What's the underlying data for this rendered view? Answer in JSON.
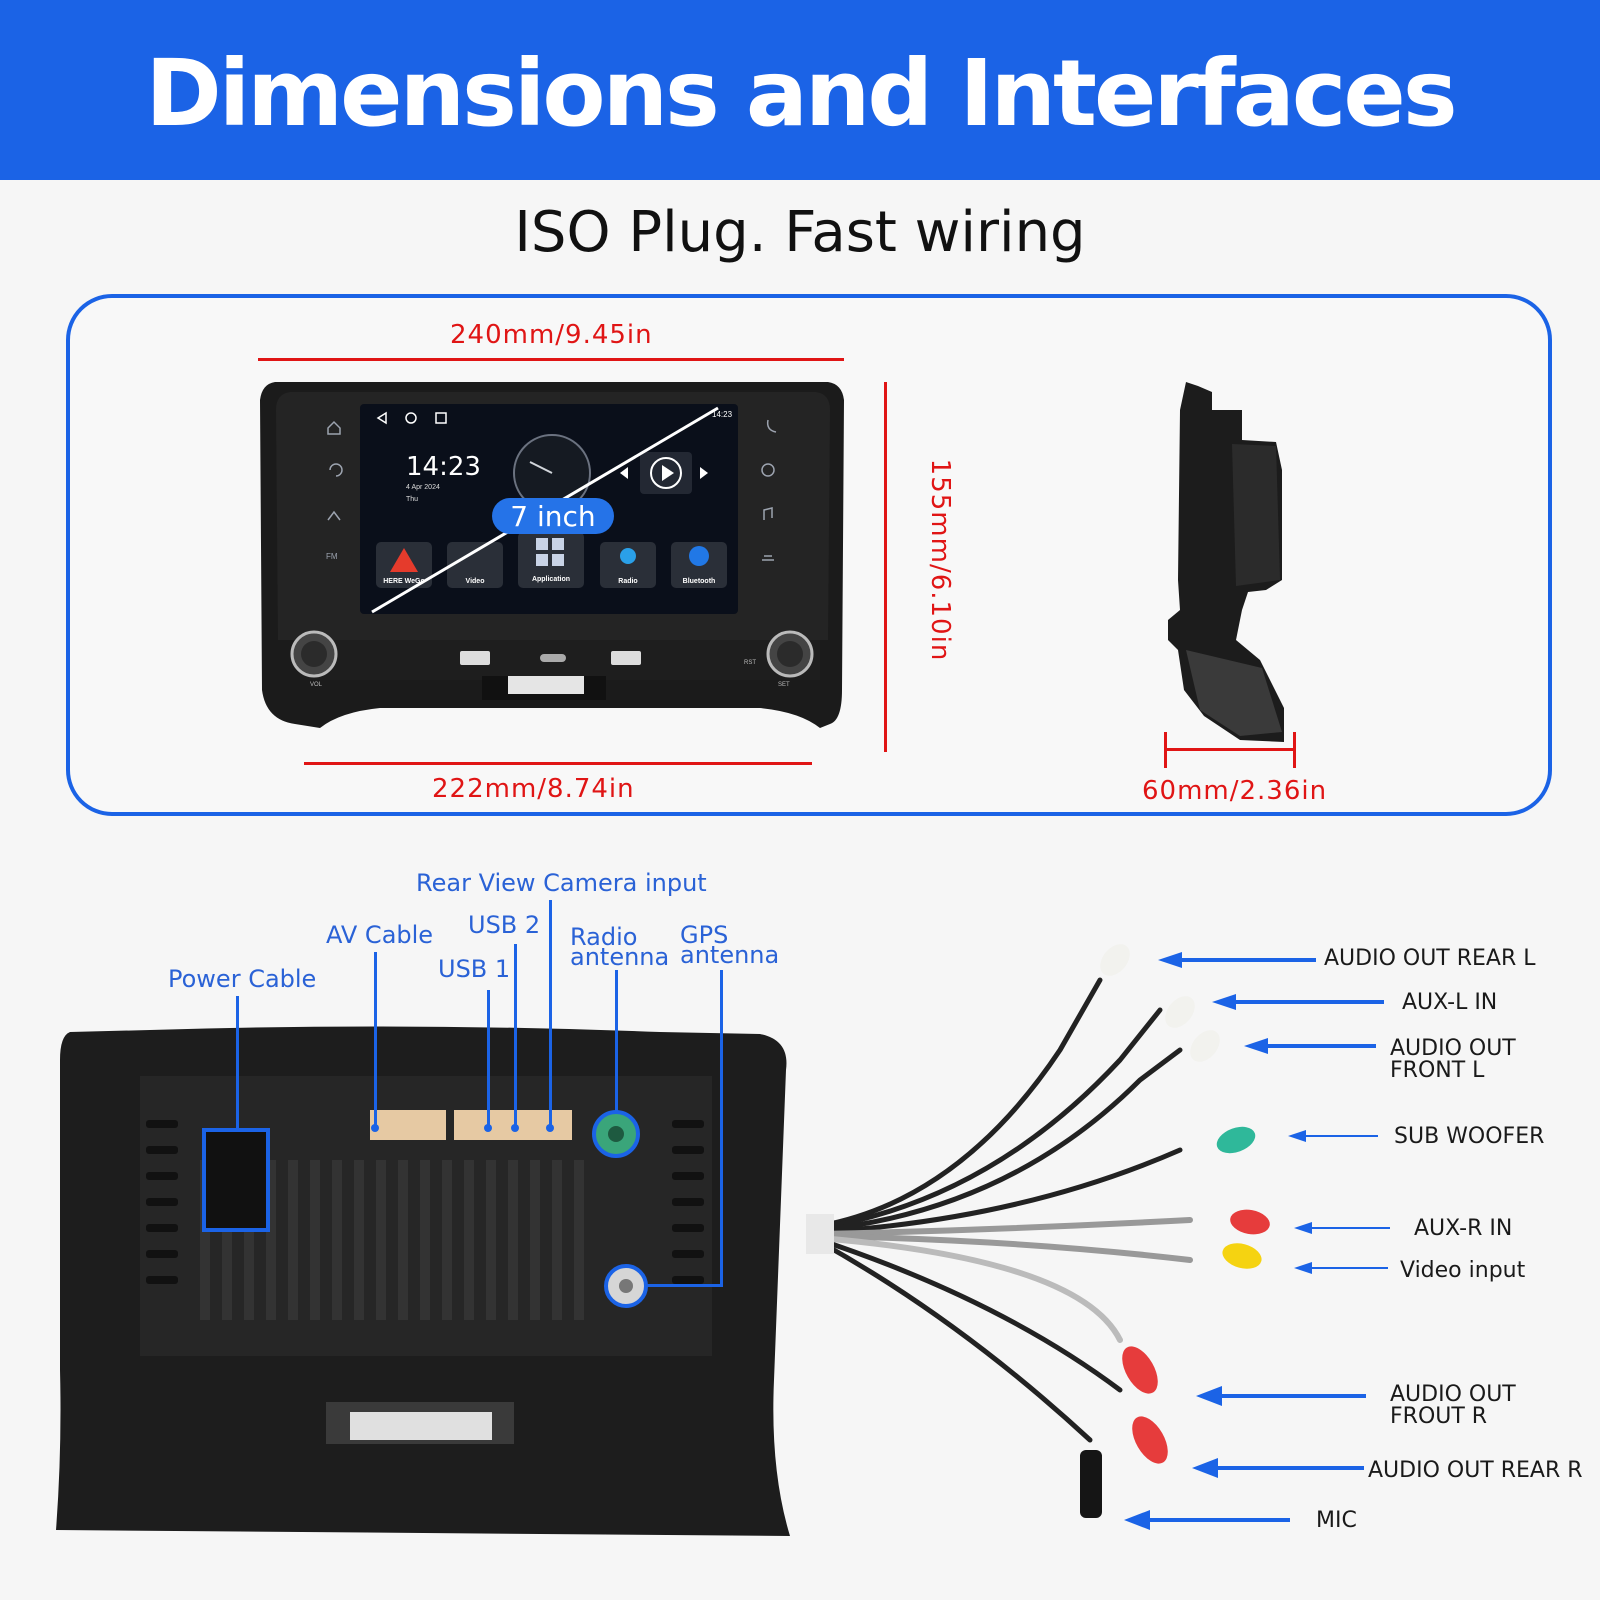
{
  "header": {
    "title": "Dimensions and Interfaces"
  },
  "subtitle": "ISO Plug. Fast wiring",
  "dimensions": {
    "top_width": "240mm/9.45in",
    "bottom_width": "222mm/8.74in",
    "height": "155mm/6.10in",
    "depth": "60mm/2.36in"
  },
  "screen": {
    "time": "14:23",
    "date": "4 Apr 2024",
    "day": "Thu",
    "status_time": "14:23",
    "size_badge": "7 inch",
    "apps": [
      "HERE WeGo",
      "Video",
      "Application",
      "Radio",
      "Bluetooth"
    ],
    "side_left": [
      "FM"
    ],
    "knob_left": "VOL",
    "knob_right": "SET",
    "rst": "RST"
  },
  "interfaces": {
    "power_cable": "Power Cable",
    "av_cable": "AV Cable",
    "usb1": "USB 1",
    "usb2": "USB 2",
    "rear_camera": "Rear View Camera input",
    "radio_antenna_1": "Radio",
    "radio_antenna_2": "antenna",
    "gps_antenna_1": "GPS",
    "gps_antenna_2": "antenna"
  },
  "cables": {
    "audio_out_rear_l": "AUDIO OUT REAR L",
    "aux_l_in": "AUX-L IN",
    "audio_out_front_l_1": "AUDIO OUT",
    "audio_out_front_l_2": "FRONT L",
    "sub_woofer": "SUB WOOFER",
    "aux_r_in": "AUX-R IN",
    "video_input": "Video input",
    "audio_out_frout_r_1": "AUDIO OUT",
    "audio_out_frout_r_2": "FROUT R",
    "audio_out_rear_r": "AUDIO OUT REAR R",
    "mic": "MIC"
  },
  "colors": {
    "brand_blue": "#1b63e6",
    "dimension_red": "#e01515",
    "label_blue": "#2a62d6"
  }
}
